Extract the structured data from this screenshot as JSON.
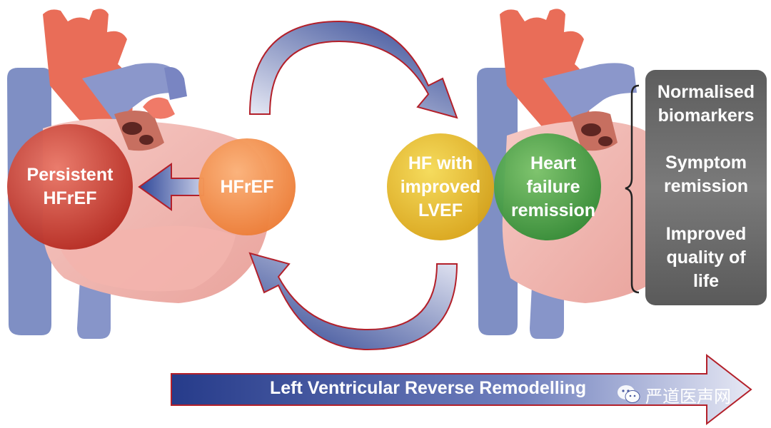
{
  "circles": {
    "persistent": {
      "label": "Persistent\nHFrEF",
      "color": "#c0392b"
    },
    "hfref": {
      "label": "HFrEF",
      "color": "#f08a44"
    },
    "improved": {
      "label": "HF with\nimproved\nLVEF",
      "color": "#e3b21f"
    },
    "remission": {
      "label": "Heart\nfailure\nremission",
      "color": "#3c9a3e"
    }
  },
  "outcomes": {
    "items": [
      "Normalised\nbiomarkers",
      "Symptom\nremission",
      "Improved\nquality of\nlife"
    ]
  },
  "timeline": {
    "label": "Left Ventricular Reverse Remodelling"
  },
  "watermark": {
    "text": "严道医声网",
    "icon": "wechat-icon"
  },
  "colors": {
    "arrow_fill": "#283f8c",
    "arrow_outline": "#b3202a",
    "panel": "#6d6d6d"
  }
}
